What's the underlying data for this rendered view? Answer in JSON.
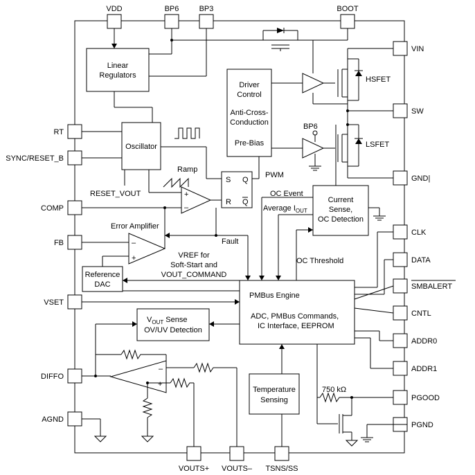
{
  "pins": {
    "vdd": "VDD",
    "bp6": "BP6",
    "bp3": "BP3",
    "boot": "BOOT",
    "vin": "VIN",
    "sw": "SW",
    "gnd": "GND|",
    "clk": "CLK",
    "data": "DATA",
    "smbalert": "SMBALERT",
    "cntl": "CNTL",
    "addr0": "ADDR0",
    "addr1": "ADDR1",
    "pgood": "PGOOD",
    "pgnd": "PGND",
    "rt": "RT",
    "sync_reset": "SYNC/RESET_B",
    "comp": "COMP",
    "fb": "FB",
    "vset": "VSET",
    "diffo": "DIFFO",
    "agnd": "AGND",
    "vouts_plus": "VOUTS+",
    "vouts_minus": "VOUTS–",
    "tsns_ss": "TSNS/SS"
  },
  "blocks": {
    "linear_regulators": [
      "Linear",
      "Regulators"
    ],
    "oscillator": "Oscillator",
    "driver_control": [
      "Driver",
      "Control",
      "Anti-Cross-",
      "Conduction",
      "Pre-Bias"
    ],
    "current_sense": [
      "Current",
      "Sense,",
      "OC Detection"
    ],
    "pmbus_engine": [
      "PMBus Engine",
      "ADC, PMBus Commands,",
      "IC Interface, EEPROM"
    ],
    "reference_dac": [
      "Reference",
      "DAC"
    ],
    "vout_sense": [
      "V",
      "OUT",
      " Sense",
      "OV/UV Detection"
    ],
    "temperature_sensing": [
      "Temperature",
      "Sensing"
    ]
  },
  "labels": {
    "hsfet": "HSFET",
    "lsfet": "LSFET",
    "bp6_internal": "BP6",
    "ramp": "Ramp",
    "reset_vout": "RESET_VOUT",
    "error_amplifier": "Error Amplifier",
    "fault": "Fault",
    "pwm": "PWM",
    "oc_event": "OC Event",
    "average_iout_main": "Average I",
    "average_iout_sub": "OUT",
    "oc_threshold": "OC Threshold",
    "vref_note": [
      "VREF for",
      "Soft-Start and",
      "VOUT_COMMAND"
    ],
    "resistor_750k": "750 kΩ",
    "latch_s": "S",
    "latch_r": "R",
    "latch_q": "Q",
    "latch_qbar": "Q",
    "plus": "+",
    "minus": "–"
  }
}
